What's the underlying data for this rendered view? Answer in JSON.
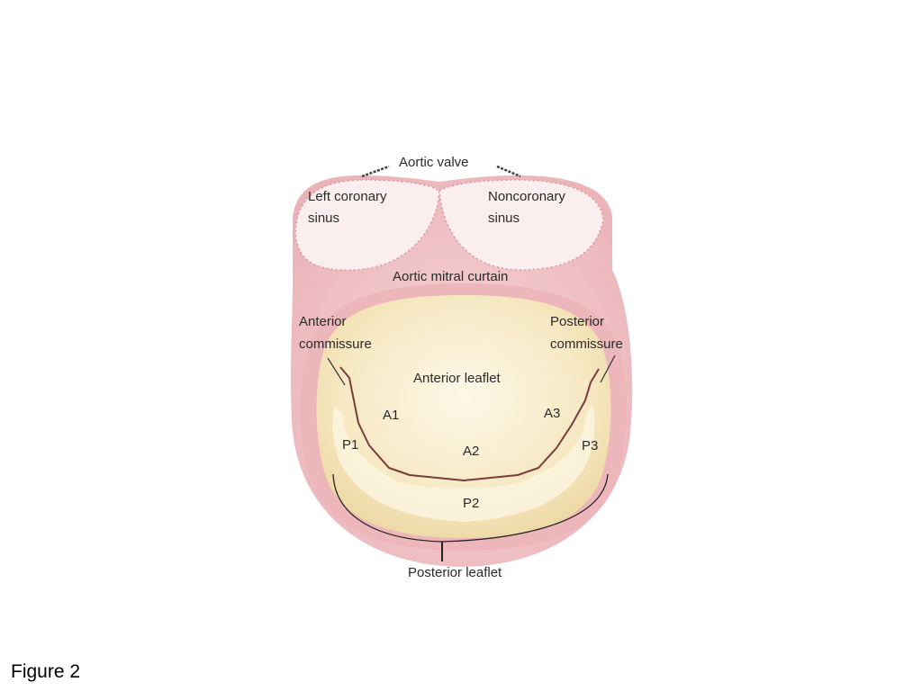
{
  "caption": "Figure 2",
  "colors": {
    "tissue_outer": "#f0c8cb",
    "tissue_rim": "#e8a9ae",
    "sinus_fill": "#faeeee",
    "leaflet_fill": "#f8eccb",
    "leaflet_highlight": "#fdf8e8",
    "seam": "#7a3c3c",
    "text": "#2a2a2a",
    "bracket": "#222222"
  },
  "labels": {
    "aortic_valve": "Aortic valve",
    "left_coronary_sinus_line1": "Left coronary",
    "left_coronary_sinus_line2": "sinus",
    "noncoronary_sinus_line1": "Noncoronary",
    "noncoronary_sinus_line2": "sinus",
    "aortic_mitral_curtain": "Aortic mitral curtain",
    "anterior_commissure_line1": "Anterior",
    "anterior_commissure_line2": "commissure",
    "posterior_commissure_line1": "Posterior",
    "posterior_commissure_line2": "commissure",
    "anterior_leaflet": "Anterior leaflet",
    "a1": "A1",
    "a2": "A2",
    "a3": "A3",
    "p1": "P1",
    "p2": "P2",
    "p3": "P3",
    "posterior_leaflet": "Posterior leaflet"
  }
}
